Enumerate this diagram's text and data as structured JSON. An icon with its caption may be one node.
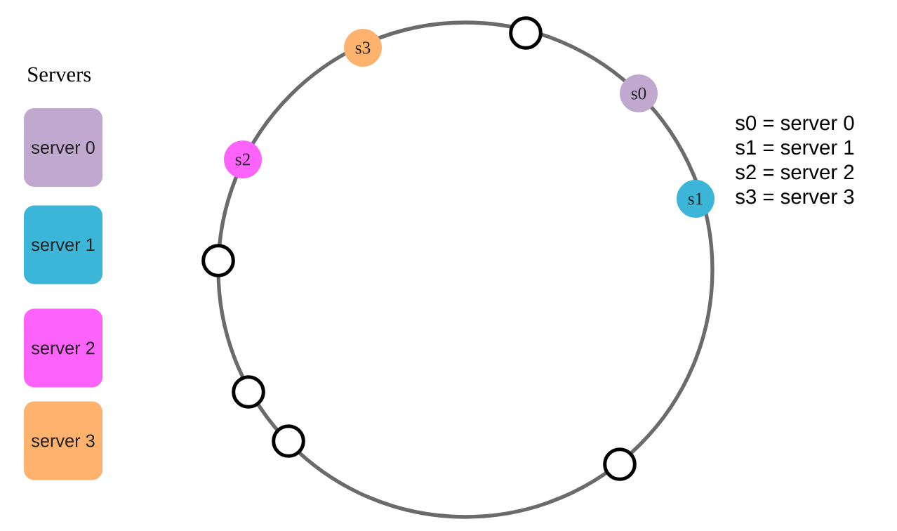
{
  "diagram": {
    "nodes": [
      {
        "text": [
          "server 0"
        ]
      },
      {
        "text": [
          "server 1"
        ]
      },
      {
        "text": [
          "server 2"
        ]
      },
      {
        "text": [
          "server 3"
        ]
      },
      {
        "text": [],
        "shape": "circle"
      },
      {
        "text": [
          "s3"
        ]
      },
      {
        "text": [
          "s0"
        ]
      },
      {
        "text": [
          "s2"
        ]
      },
      {
        "text": [
          "s1"
        ]
      },
      {
        "text": [],
        "shape": "circle"
      },
      {
        "text": [],
        "shape": "circle"
      },
      {
        "text": [],
        "shape": "circle"
      },
      {
        "text": [],
        "shape": "circle"
      }
    ],
    "labels": [
      "Servers",
      "s0 = server 0",
      "s1 = server 1",
      "s2 = server 2",
      "s3 = server 3"
    ]
  }
}
